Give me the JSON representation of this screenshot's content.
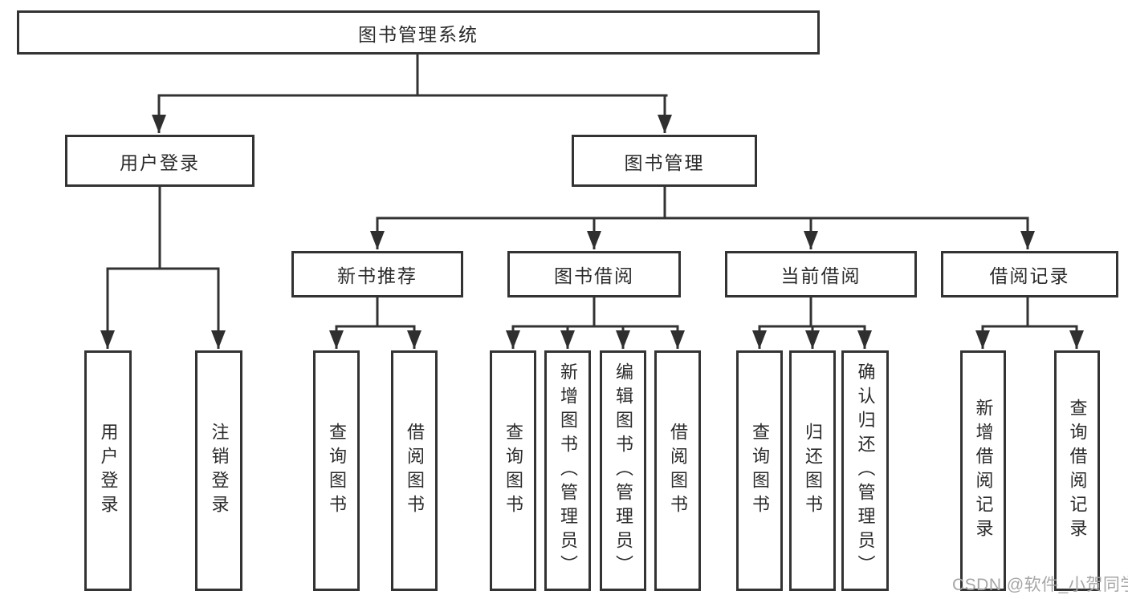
{
  "diagram": {
    "root": "图书管理系统",
    "level2": [
      "用户登录",
      "图书管理"
    ],
    "level3": [
      "新书推荐",
      "图书借阅",
      "当前借阅",
      "借阅记录"
    ],
    "leaves": {
      "login": [
        "用户登录",
        "注销登录"
      ],
      "newbook": [
        "查询图书",
        "借阅图书"
      ],
      "borrow": [
        "查询图书",
        "新增图书（管理员）",
        "编辑图书（管理员）",
        "借阅图书"
      ],
      "current": [
        "查询图书",
        "归还图书",
        "确认归还（管理员）"
      ],
      "records": [
        "新增借阅记录",
        "查询借阅记录"
      ]
    },
    "colors": {
      "line": "#333333",
      "text": "#2b2b2b",
      "box_background": "#ffffff"
    }
  },
  "watermark": {
    "text": "CSDN @软件_小贺同学",
    "color": "#a6a6a6"
  }
}
